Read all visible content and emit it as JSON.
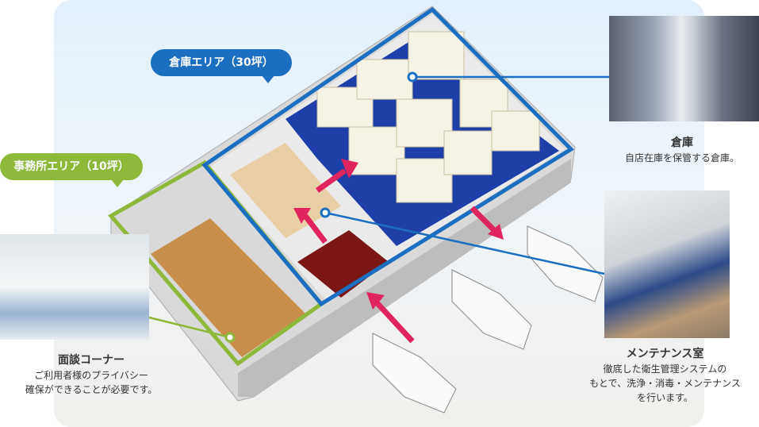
{
  "labels": {
    "warehouse_area": "倉庫エリア（30坪）",
    "office_area": "事務所エリア（10坪）"
  },
  "callouts": {
    "warehouse": {
      "title": "倉庫",
      "desc": "自店在庫を保管する倉庫。"
    },
    "maintenance": {
      "title": "メンテナンス室",
      "lines": [
        "徹底した衛生管理システムの",
        "もとで、洗浄・消毒・メンテナンス",
        "を行います。"
      ]
    },
    "interview": {
      "title": "面談コーナー",
      "lines": [
        "ご利用者様のプライバシー",
        "確保ができることが必要です。"
      ]
    }
  },
  "colors": {
    "warehouse": "#1c6fc0",
    "office": "#8db83a",
    "arrow": "#e0245e"
  }
}
